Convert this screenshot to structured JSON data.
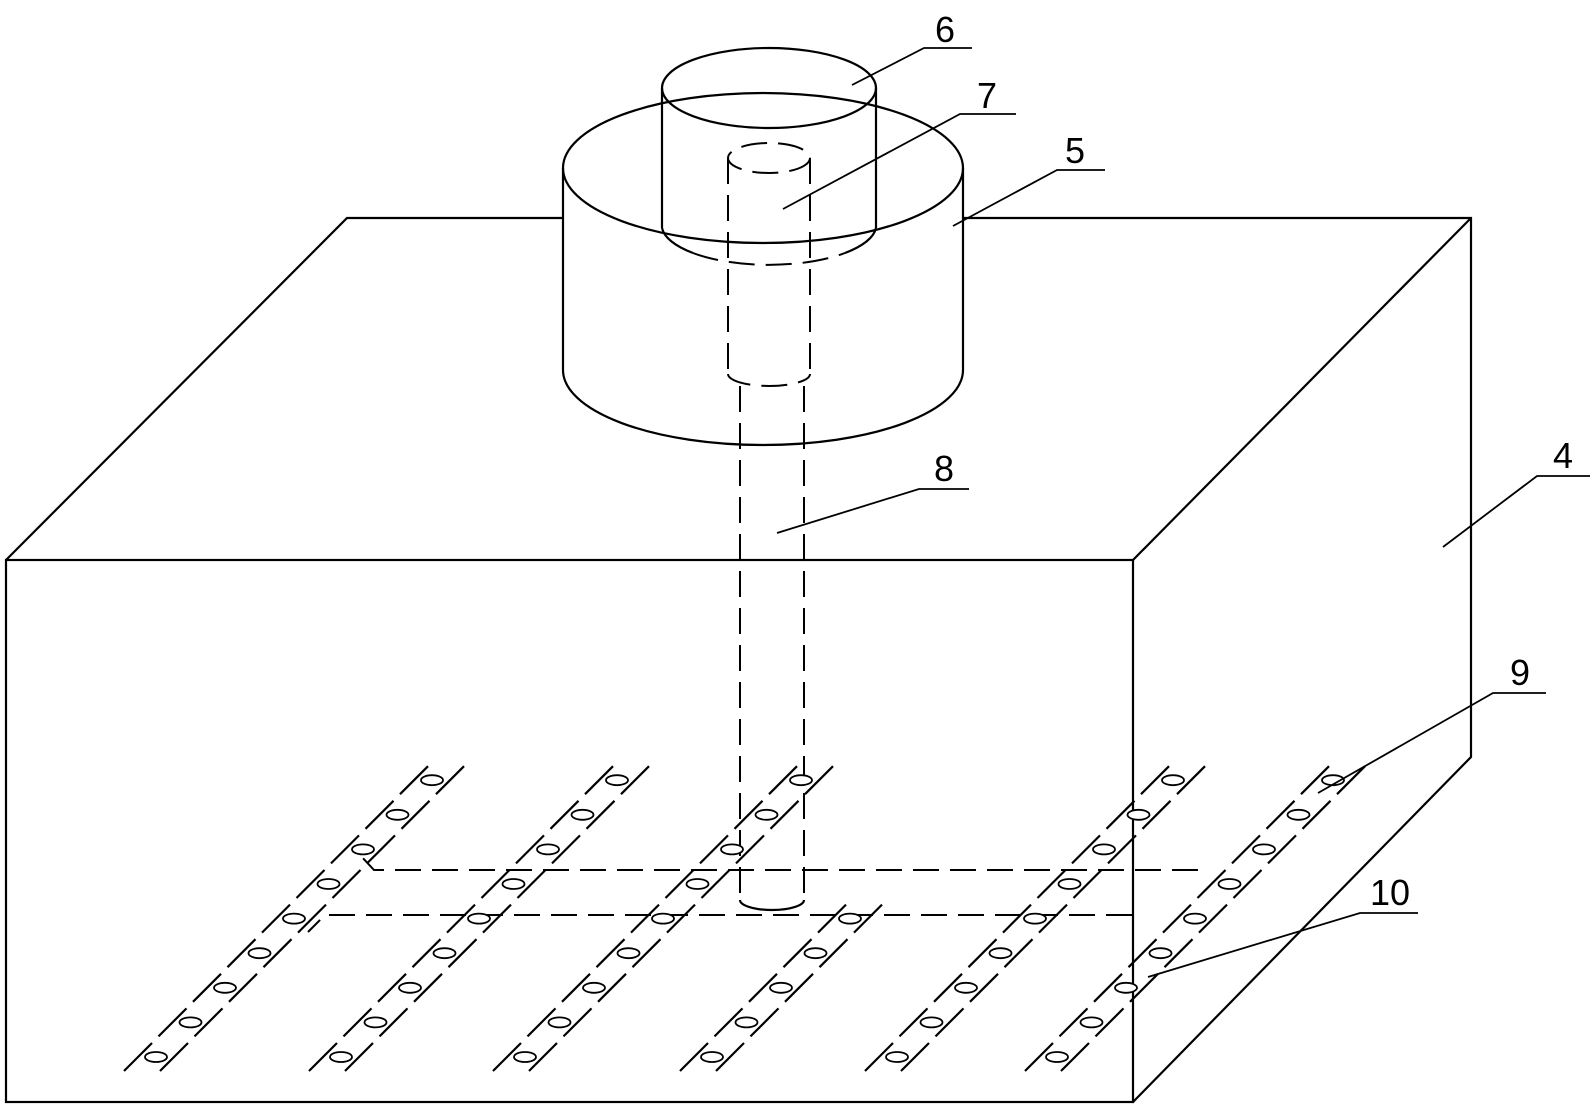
{
  "labels": {
    "tank": "4",
    "lower_cylinder": "5",
    "upper_cylinder": "6",
    "inner_rod": "7",
    "down_pipe": "8",
    "pipe_strip": "9",
    "outlet_hole": "10"
  }
}
